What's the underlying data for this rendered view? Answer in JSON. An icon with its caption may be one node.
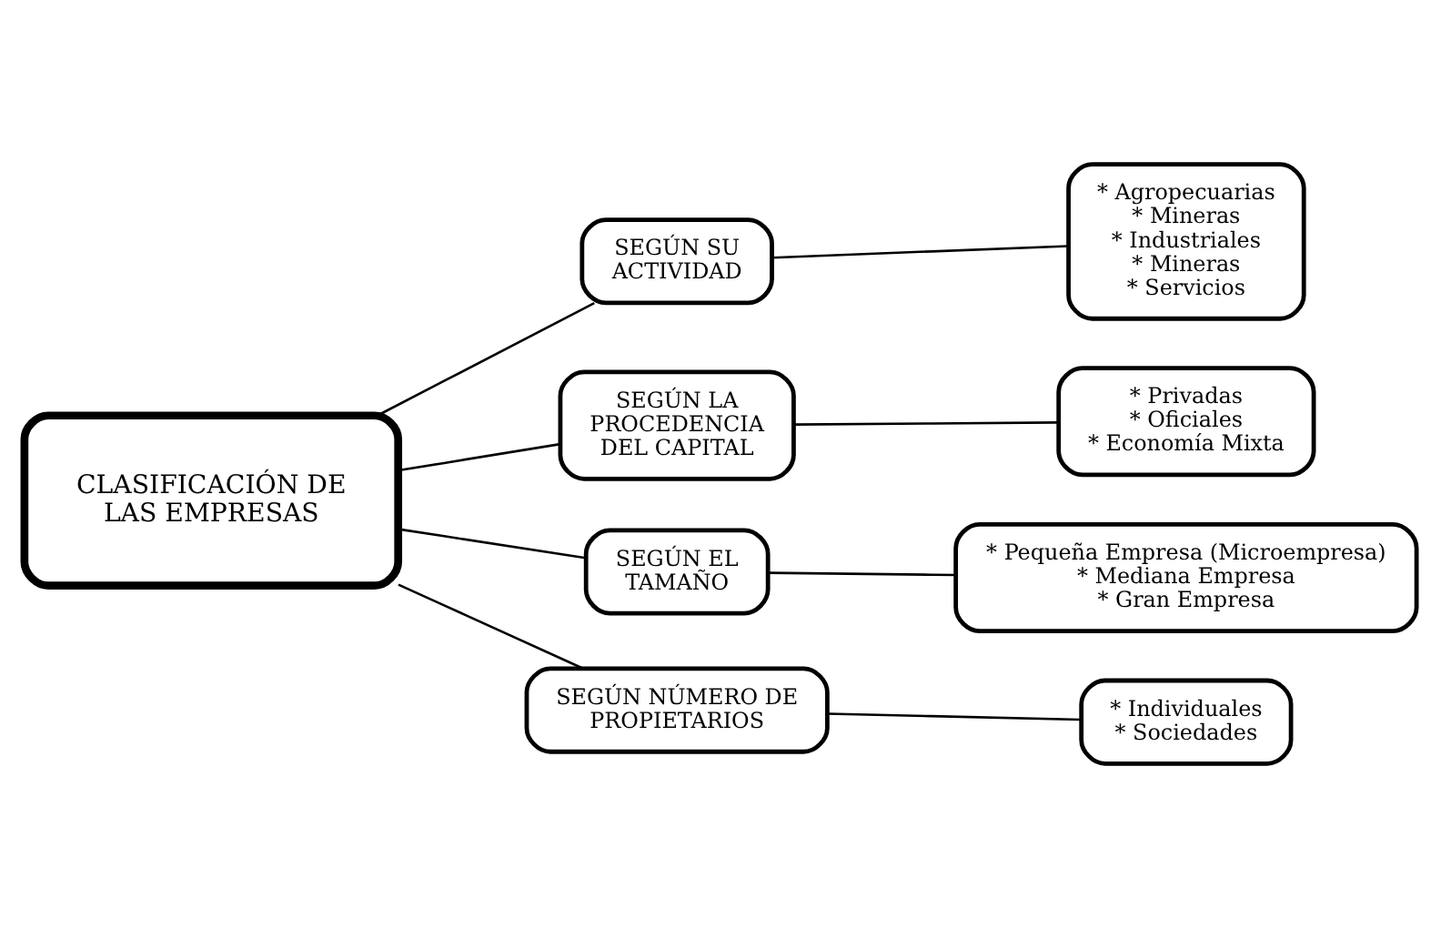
{
  "diagram": {
    "nodes": [
      {
        "text": [
          "CLASIFICACIÓN DE LAS EMPRESAS"
        ]
      },
      {
        "text": [
          "SEGÚN SU ACTIVIDAD"
        ]
      },
      {
        "text": [
          "SEGÚN LA PROCEDENCIA DEL CAPITAL"
        ]
      },
      {
        "text": [
          "SEGÚN EL TAMAÑO"
        ]
      },
      {
        "text": [
          "SEGÚN NÚMERO DE PROPIETARIOS"
        ]
      },
      {
        "text": [
          "* Agropecuarias",
          "* Mineras",
          "* Industriales",
          "* Mineras",
          "* Servicios"
        ]
      },
      {
        "text": [
          "* Privadas",
          "* Oficiales",
          "* Economía Mixta"
        ]
      },
      {
        "text": [
          "* Pequeña Empresa (Microempresa)",
          "* Mediana Empresa",
          "* Gran Empresa"
        ]
      },
      {
        "text": [
          "* Individuales",
          "* Sociedades"
        ]
      }
    ],
    "edges": [
      {
        "from": 0,
        "to": 1,
        "arrow": "none"
      },
      {
        "from": 0,
        "to": 2,
        "arrow": "none"
      },
      {
        "from": 0,
        "to": 3,
        "arrow": "none"
      },
      {
        "from": 0,
        "to": 4,
        "arrow": "none"
      },
      {
        "from": 1,
        "to": 5,
        "arrow": "none"
      },
      {
        "from": 2,
        "to": 6,
        "arrow": "none"
      },
      {
        "from": 3,
        "to": 7,
        "arrow": "none"
      },
      {
        "from": 4,
        "to": 8,
        "arrow": "none"
      }
    ]
  }
}
